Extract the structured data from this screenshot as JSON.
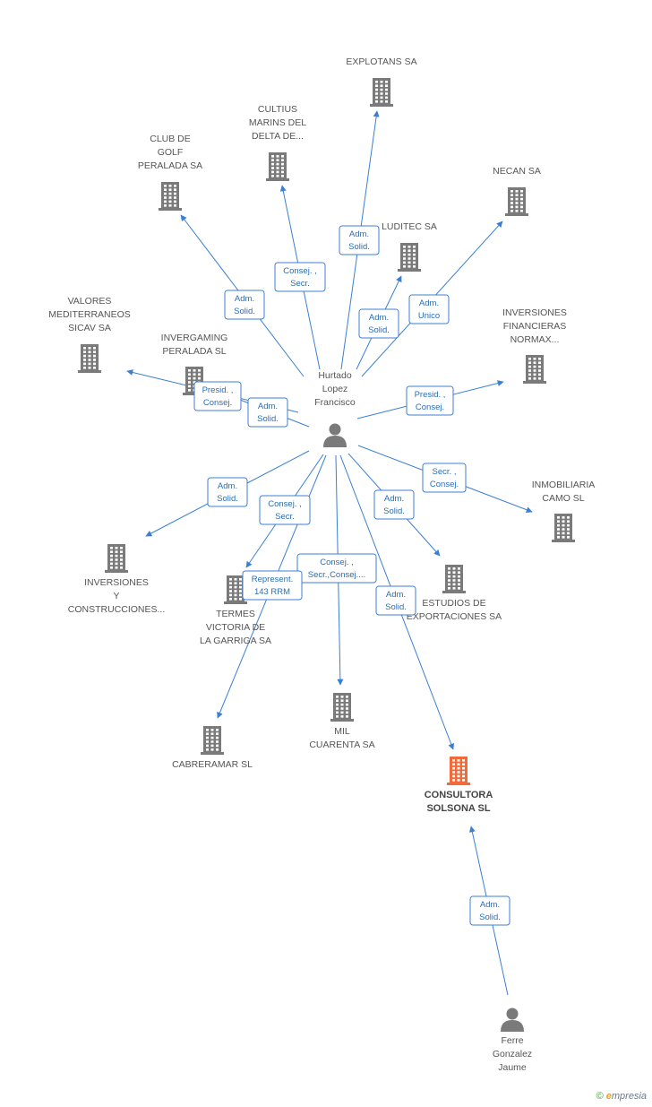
{
  "colors": {
    "edge": "#3b7fd4",
    "node": "#7a7a7a",
    "focus": "#f26a3a",
    "rel_border": "#3b7fd4",
    "rel_text": "#2a6db5"
  },
  "people": [
    {
      "id": "hurtado",
      "lines": [
        "Hurtado",
        "Lopez",
        "Francisco"
      ]
    },
    {
      "id": "ferre",
      "lines": [
        "Ferre",
        "Gonzalez",
        "Jaume"
      ]
    }
  ],
  "companies": [
    {
      "id": "explotans",
      "lines": [
        "EXPLOTANS SA"
      ]
    },
    {
      "id": "cultius",
      "lines": [
        "CULTIUS",
        "MARINS DEL",
        "DELTA DE..."
      ]
    },
    {
      "id": "club",
      "lines": [
        "CLUB DE",
        "GOLF",
        "PERALADA SA"
      ]
    },
    {
      "id": "necan",
      "lines": [
        "NECAN SA"
      ]
    },
    {
      "id": "luditec",
      "lines": [
        "LUDITEC SA"
      ]
    },
    {
      "id": "valores",
      "lines": [
        "VALORES",
        "MEDITERRANEOS",
        "SICAV SA"
      ]
    },
    {
      "id": "invergaming",
      "lines": [
        "INVERGAMING",
        "PERALADA SL"
      ]
    },
    {
      "id": "inversiones_fin",
      "lines": [
        "INVERSIONES",
        "FINANCIERAS",
        "NORMAX..."
      ]
    },
    {
      "id": "inmobiliaria",
      "lines": [
        "INMOBILIARIA",
        "CAMO SL"
      ]
    },
    {
      "id": "inversiones_con",
      "lines": [
        "INVERSIONES",
        "Y",
        "CONSTRUCCIONES..."
      ]
    },
    {
      "id": "termes",
      "lines": [
        "TERMES",
        "VICTORIA DE",
        "LA GARRIGA SA"
      ]
    },
    {
      "id": "estudios",
      "lines": [
        "ESTUDIOS DE",
        "EXPORTACIONES SA"
      ]
    },
    {
      "id": "mil",
      "lines": [
        "MIL",
        "CUARENTA SA"
      ]
    },
    {
      "id": "cabreramar",
      "lines": [
        "CABRERAMAR SL"
      ]
    },
    {
      "id": "consultora",
      "lines": [
        "CONSULTORA",
        "SOLSONA SL"
      ],
      "focus": true
    }
  ],
  "relations": [
    {
      "from": "hurtado",
      "to": "explotans",
      "lines": [
        "Adm.",
        "Solid."
      ]
    },
    {
      "from": "hurtado",
      "to": "cultius",
      "lines": [
        "Consej. ,",
        "Secr."
      ]
    },
    {
      "from": "hurtado",
      "to": "club",
      "lines": [
        "Adm.",
        "Solid."
      ]
    },
    {
      "from": "hurtado",
      "to": "luditec",
      "lines": [
        "Adm.",
        "Solid."
      ]
    },
    {
      "from": "hurtado",
      "to": "necan",
      "lines": [
        "Adm.",
        "Unico"
      ]
    },
    {
      "from": "hurtado",
      "to": "valores",
      "lines": [
        "Presid. ,",
        "Consej."
      ]
    },
    {
      "from": "hurtado",
      "to": "invergaming",
      "lines": [
        "Adm.",
        "Solid."
      ]
    },
    {
      "from": "hurtado",
      "to": "inversiones_fin",
      "lines": [
        "Presid. ,",
        "Consej."
      ]
    },
    {
      "from": "hurtado",
      "to": "inmobiliaria",
      "lines": [
        "Secr. ,",
        "Consej."
      ]
    },
    {
      "from": "hurtado",
      "to": "inversiones_con",
      "lines": [
        "Adm.",
        "Solid."
      ]
    },
    {
      "from": "hurtado",
      "to": "termes",
      "lines": [
        "Consej. ,",
        "Secr."
      ]
    },
    {
      "from": "hurtado",
      "to": "estudios",
      "lines": [
        "Adm.",
        "Solid."
      ]
    },
    {
      "from": "hurtado",
      "to": "mil",
      "lines": [
        "Consej. ,",
        "Secr.,Consej...."
      ]
    },
    {
      "from": "hurtado",
      "to": "cabreramar",
      "lines": [
        "Represent.",
        "143 RRM"
      ]
    },
    {
      "from": "hurtado",
      "to": "consultora",
      "lines": [
        "Adm.",
        "Solid."
      ]
    },
    {
      "from": "ferre",
      "to": "consultora",
      "lines": [
        "Adm.",
        "Solid."
      ]
    }
  ],
  "brand": {
    "copyright": "©",
    "initial": "e",
    "name": "mpresia"
  }
}
